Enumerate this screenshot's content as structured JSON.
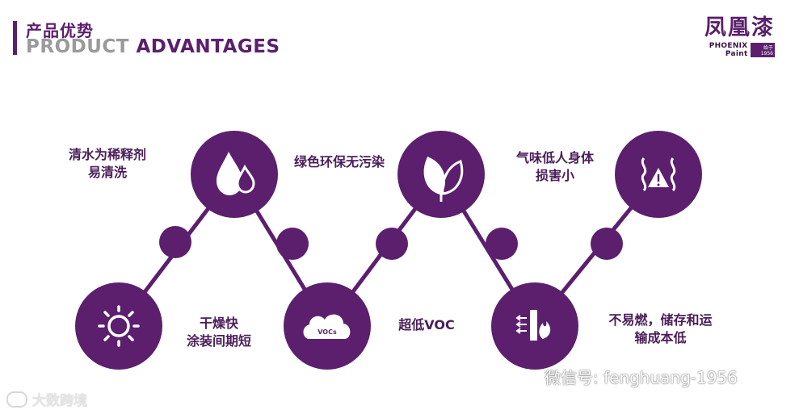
{
  "header": {
    "title_cn": "产品优势",
    "title_en_gray": "PRODUCT",
    "title_en_purple": "ADVANTAGES"
  },
  "logo": {
    "text_cn": "凤凰漆",
    "text_en": "PHOENIX Paint",
    "since": "始于1956"
  },
  "features": [
    {
      "line1": "清水为稀释剂",
      "line2": "易清洗",
      "icon": "water-drops-icon"
    },
    {
      "line1": "绿色环保无污染",
      "line2": "",
      "icon": "leaf-icon"
    },
    {
      "line1": "气味低人身体",
      "line2": "损害小",
      "icon": "odor-warning-icon"
    },
    {
      "line1": "干燥快",
      "line2": "涂装间期短",
      "icon": "sun-icon"
    },
    {
      "line1": "超低VOC",
      "line2": "",
      "icon": "vocs-cloud-icon",
      "icon_text": "VOCs"
    },
    {
      "line1": "不易燃，储存和运",
      "line2": "输成本低",
      "icon": "fire-barrier-icon"
    }
  ],
  "watermarks": {
    "left": "大数跨境",
    "right": "微信号: fenghuang-1956"
  },
  "colors": {
    "purple": "#5b1f6e",
    "gray": "#9a9a9a"
  }
}
